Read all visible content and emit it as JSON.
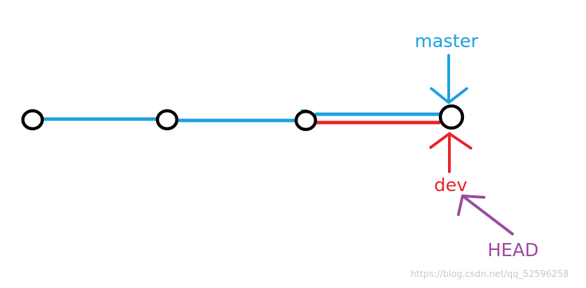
{
  "colors": {
    "master": "#1ba1e2",
    "dev": "#e8232a",
    "head": "#9b4aa0",
    "commit_stroke": "#000000",
    "watermark": "#c8c8c8"
  },
  "labels": {
    "master": "master",
    "dev": "dev",
    "head": "HEAD",
    "watermark": "https://blog.csdn.net/qq_52596258"
  },
  "graph": {
    "commits": [
      "commit-1",
      "commit-2",
      "commit-3",
      "commit-4"
    ],
    "branches": [
      {
        "name": "master",
        "points_to": "commit-4"
      },
      {
        "name": "dev",
        "points_to": "commit-4"
      }
    ],
    "head_points_to": "dev"
  }
}
